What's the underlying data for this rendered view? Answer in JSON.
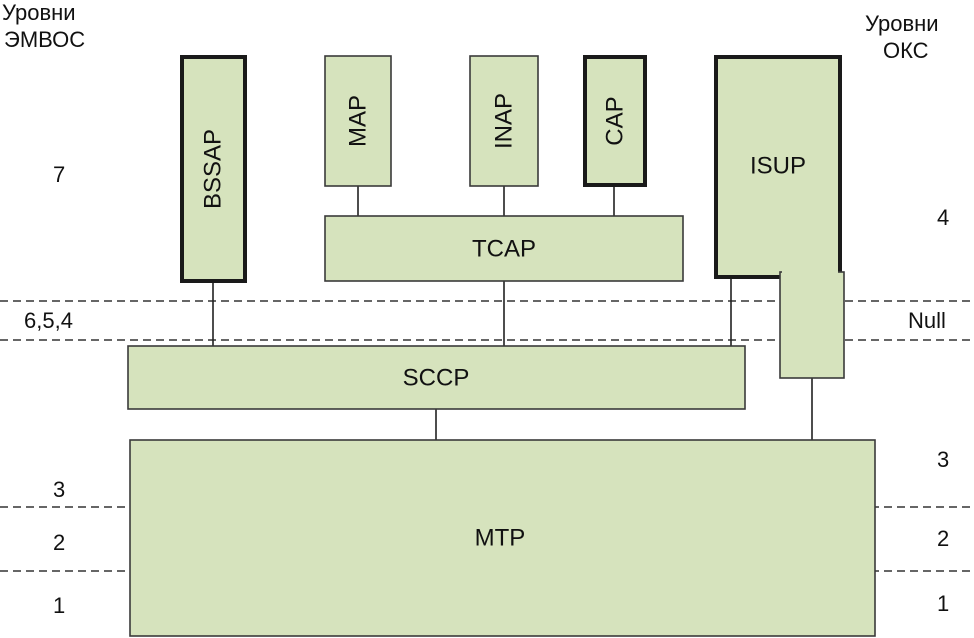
{
  "left_header": [
    "Уровни",
    "ЭМВОС"
  ],
  "right_header": [
    "Уровни",
    "ОКС"
  ],
  "left_levels": {
    "l7": "7",
    "l654": "6,5,4",
    "l3": "3",
    "l2": "2",
    "l1": "1"
  },
  "right_levels": {
    "r4": "4",
    "rnull": "Null",
    "r3": "3",
    "r2": "2",
    "r1": "1"
  },
  "blocks": {
    "bssap": "BSSAP",
    "map": "MAP",
    "inap": "INAP",
    "cap": "CAP",
    "isup": "ISUP",
    "tcap": "TCAP",
    "sccp": "SCCP",
    "mtp": "MTP"
  },
  "colors": {
    "block_fill": "#d6e3bd",
    "border": "#3a3a3a"
  }
}
